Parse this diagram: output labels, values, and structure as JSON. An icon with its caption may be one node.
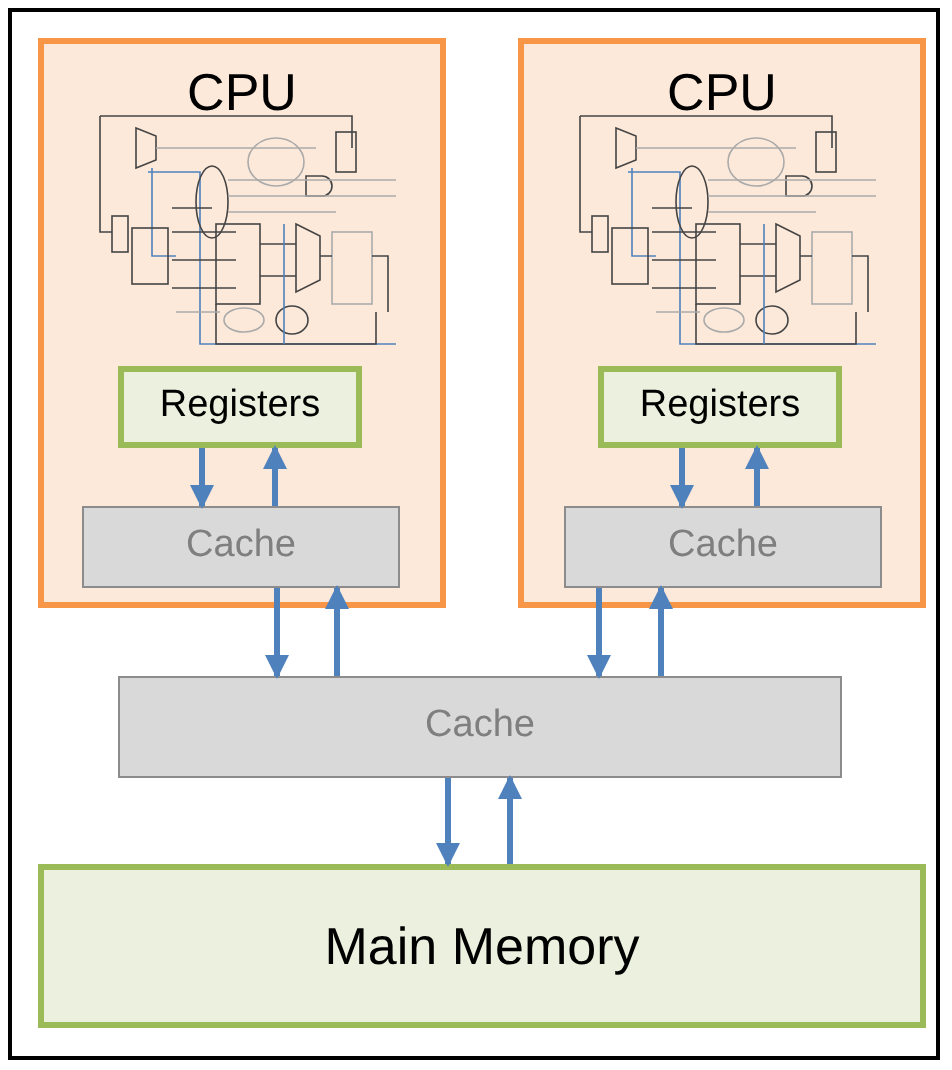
{
  "diagram": {
    "nodes": [
      {
        "text": [
          "CPU"
        ]
      },
      {
        "text": [
          "Registers"
        ],
        "in": 0
      },
      {
        "text": [
          "Cache"
        ],
        "in": 0
      },
      {
        "text": [
          "CPU"
        ]
      },
      {
        "text": [
          "Registers"
        ],
        "in": 3
      },
      {
        "text": [
          "Cache"
        ],
        "in": 3
      },
      {
        "text": [
          "Cache"
        ]
      },
      {
        "text": [
          "Main Memory"
        ]
      }
    ],
    "edges": [
      {
        "from": 1,
        "to": 2,
        "arrow": "to"
      },
      {
        "from": 2,
        "to": 1,
        "arrow": "to"
      },
      {
        "from": 4,
        "to": 5,
        "arrow": "to"
      },
      {
        "from": 5,
        "to": 4,
        "arrow": "to"
      },
      {
        "from": 2,
        "to": 6,
        "arrow": "to"
      },
      {
        "from": 6,
        "to": 2,
        "arrow": "to"
      },
      {
        "from": 5,
        "to": 6,
        "arrow": "to"
      },
      {
        "from": 6,
        "to": 5,
        "arrow": "to"
      },
      {
        "from": 6,
        "to": 7,
        "arrow": "to"
      },
      {
        "from": 7,
        "to": 6,
        "arrow": "to"
      }
    ]
  }
}
